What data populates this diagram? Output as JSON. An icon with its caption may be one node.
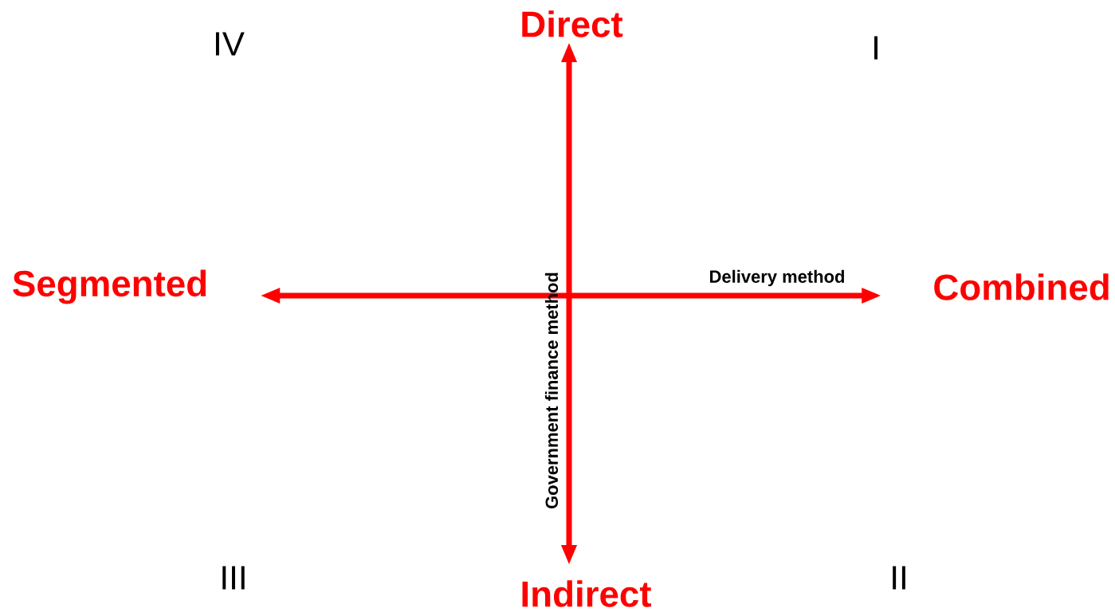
{
  "diagram": {
    "nodes": [
      {
        "text": [
          "Direct"
        ]
      },
      {
        "text": [
          "Segmented"
        ]
      },
      {
        "text": [
          "Combined"
        ]
      },
      {
        "text": [
          "Indirect"
        ]
      }
    ],
    "edges": [
      {
        "from": 3,
        "to": 0,
        "arrow": "both",
        "label": "Government finance method"
      },
      {
        "from": 1,
        "to": 2,
        "arrow": "both",
        "label": "Delivery method"
      }
    ],
    "labels": [
      "IV",
      "I",
      "III",
      "II"
    ]
  }
}
